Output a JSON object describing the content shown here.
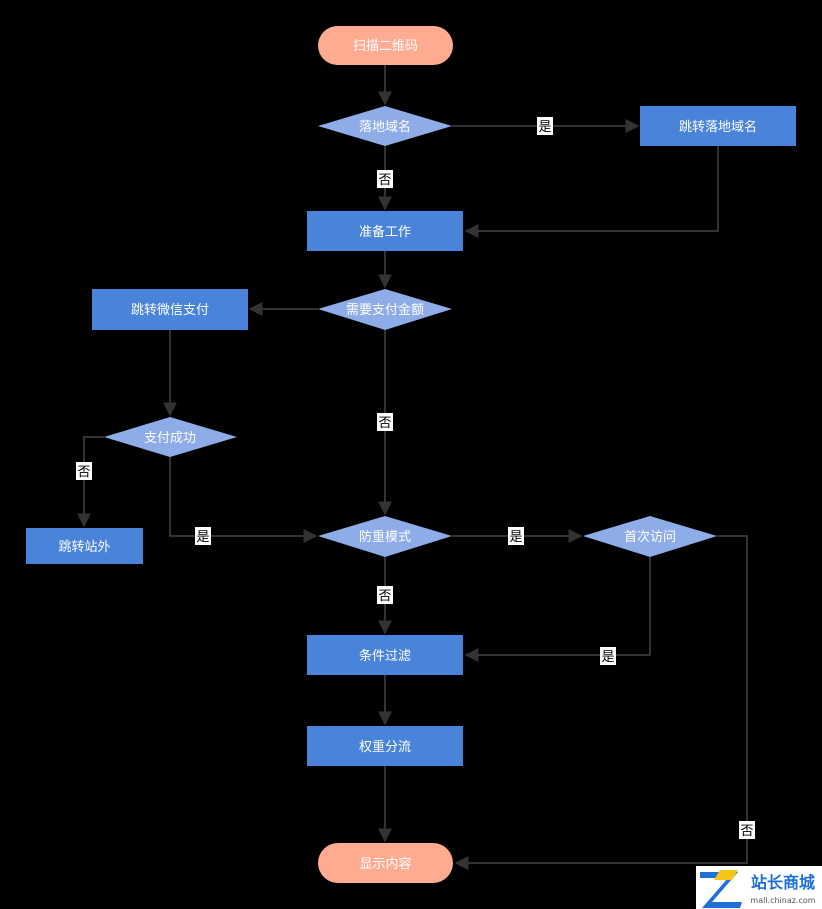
{
  "colors": {
    "background": "#000000",
    "terminal_fill": "#FFAB91",
    "process_fill": "#4A84DA",
    "decision_fill": "#8DACE8",
    "connector": "#333333",
    "text_on_process": "#FFFFFF",
    "edge_label_bg": "#FFFFFF",
    "edge_label_text": "#000000"
  },
  "nodes": {
    "start": "扫描二维码",
    "landing_decision": "落地域名",
    "jump_landing": "跳转落地域名",
    "prepare": "准备工作",
    "pay_decision": "需要支付金额",
    "jump_wechat_pay": "跳转微信支付",
    "pay_success": "支付成功",
    "jump_offsite": "跳转站外",
    "anti_block": "防重模式",
    "first_visit": "首次访问",
    "filter": "条件过滤",
    "weight_split": "权重分流",
    "show_content": "显示内容"
  },
  "edge_labels": {
    "landing_yes": "是",
    "landing_no": "否",
    "pay_no": "否",
    "pay_success_no": "否",
    "pay_success_yes": "是",
    "anti_yes": "是",
    "anti_no": "否",
    "first_yes": "是",
    "first_no": "否"
  },
  "watermark": {
    "logo_letter": "Z",
    "brand": "站长商城",
    "url": "mall.chinaz.com"
  }
}
